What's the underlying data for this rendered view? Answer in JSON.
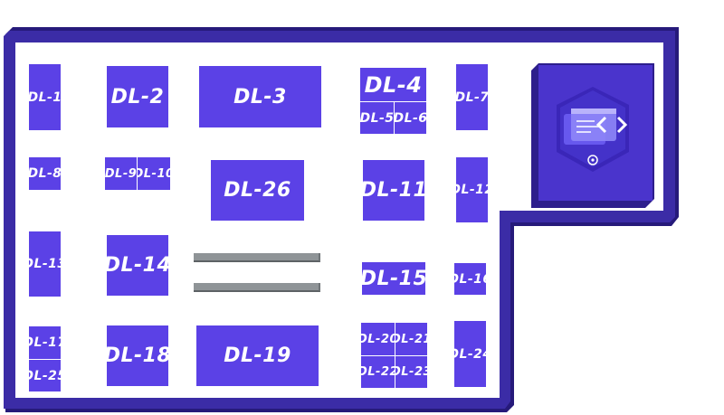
{
  "colors": {
    "wall": "#3b2ca6",
    "wall_shadow": "#261a7a",
    "booth": "#5b41e6",
    "bench": "#8f9497",
    "sponsor_bg": "#4a34cc"
  },
  "booths": {
    "dl1": "DL-1",
    "dl2": "DL-2",
    "dl3": "DL-3",
    "dl4": "DL-4",
    "dl5": "DL-5",
    "dl6": "DL-6",
    "dl7": "DL-7",
    "dl8": "DL-8",
    "dl9": "DL-9",
    "dl10": "DL-10",
    "dl11": "DL-11",
    "dl12": "DL-12",
    "dl13": "DL-13",
    "dl14": "DL-14",
    "dl15": "DL-15",
    "dl16": "DL-16",
    "dl17": "DL-17",
    "dl18": "DL-18",
    "dl19": "DL-19",
    "dl20": "DL-20",
    "dl21": "DL-21",
    "dl22": "DL-22",
    "dl23": "DL-23",
    "dl24": "DL-24",
    "dl25": "DL-25",
    "dl26": "DL-26"
  },
  "sponsor": {
    "icon": "code-window-hexagon-icon"
  }
}
